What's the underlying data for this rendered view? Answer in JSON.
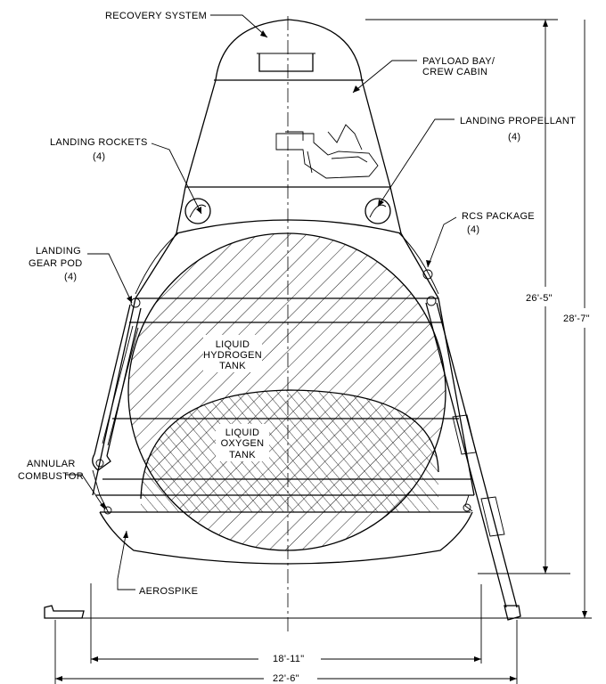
{
  "labels": {
    "recovery_system": "RECOVERY SYSTEM",
    "payload_bay_1": "PAYLOAD BAY/",
    "payload_bay_2": "CREW CABIN",
    "landing_propellant": "LANDING PROPELLANT",
    "landing_propellant_count": "(4)",
    "landing_rockets": "LANDING ROCKETS",
    "landing_rockets_count": "(4)",
    "rcs_package": "RCS PACKAGE",
    "rcs_package_count": "(4)",
    "landing_gear_1": "LANDING",
    "landing_gear_2": "GEAR POD",
    "landing_gear_count": "(4)",
    "lh2_1": "LIQUID",
    "lh2_2": "HYDROGEN",
    "lh2_3": "TANK",
    "lox_1": "LIQUID",
    "lox_2": "OXYGEN",
    "lox_3": "TANK",
    "annular_1": "ANNULAR",
    "annular_2": "COMBUSTOR",
    "aerospike": "AEROSPIKE"
  },
  "dimensions": {
    "height_body": "26'-5\"",
    "height_total": "28'-7\"",
    "base_diameter": "18'-11\"",
    "gear_span": "22'-6\""
  }
}
